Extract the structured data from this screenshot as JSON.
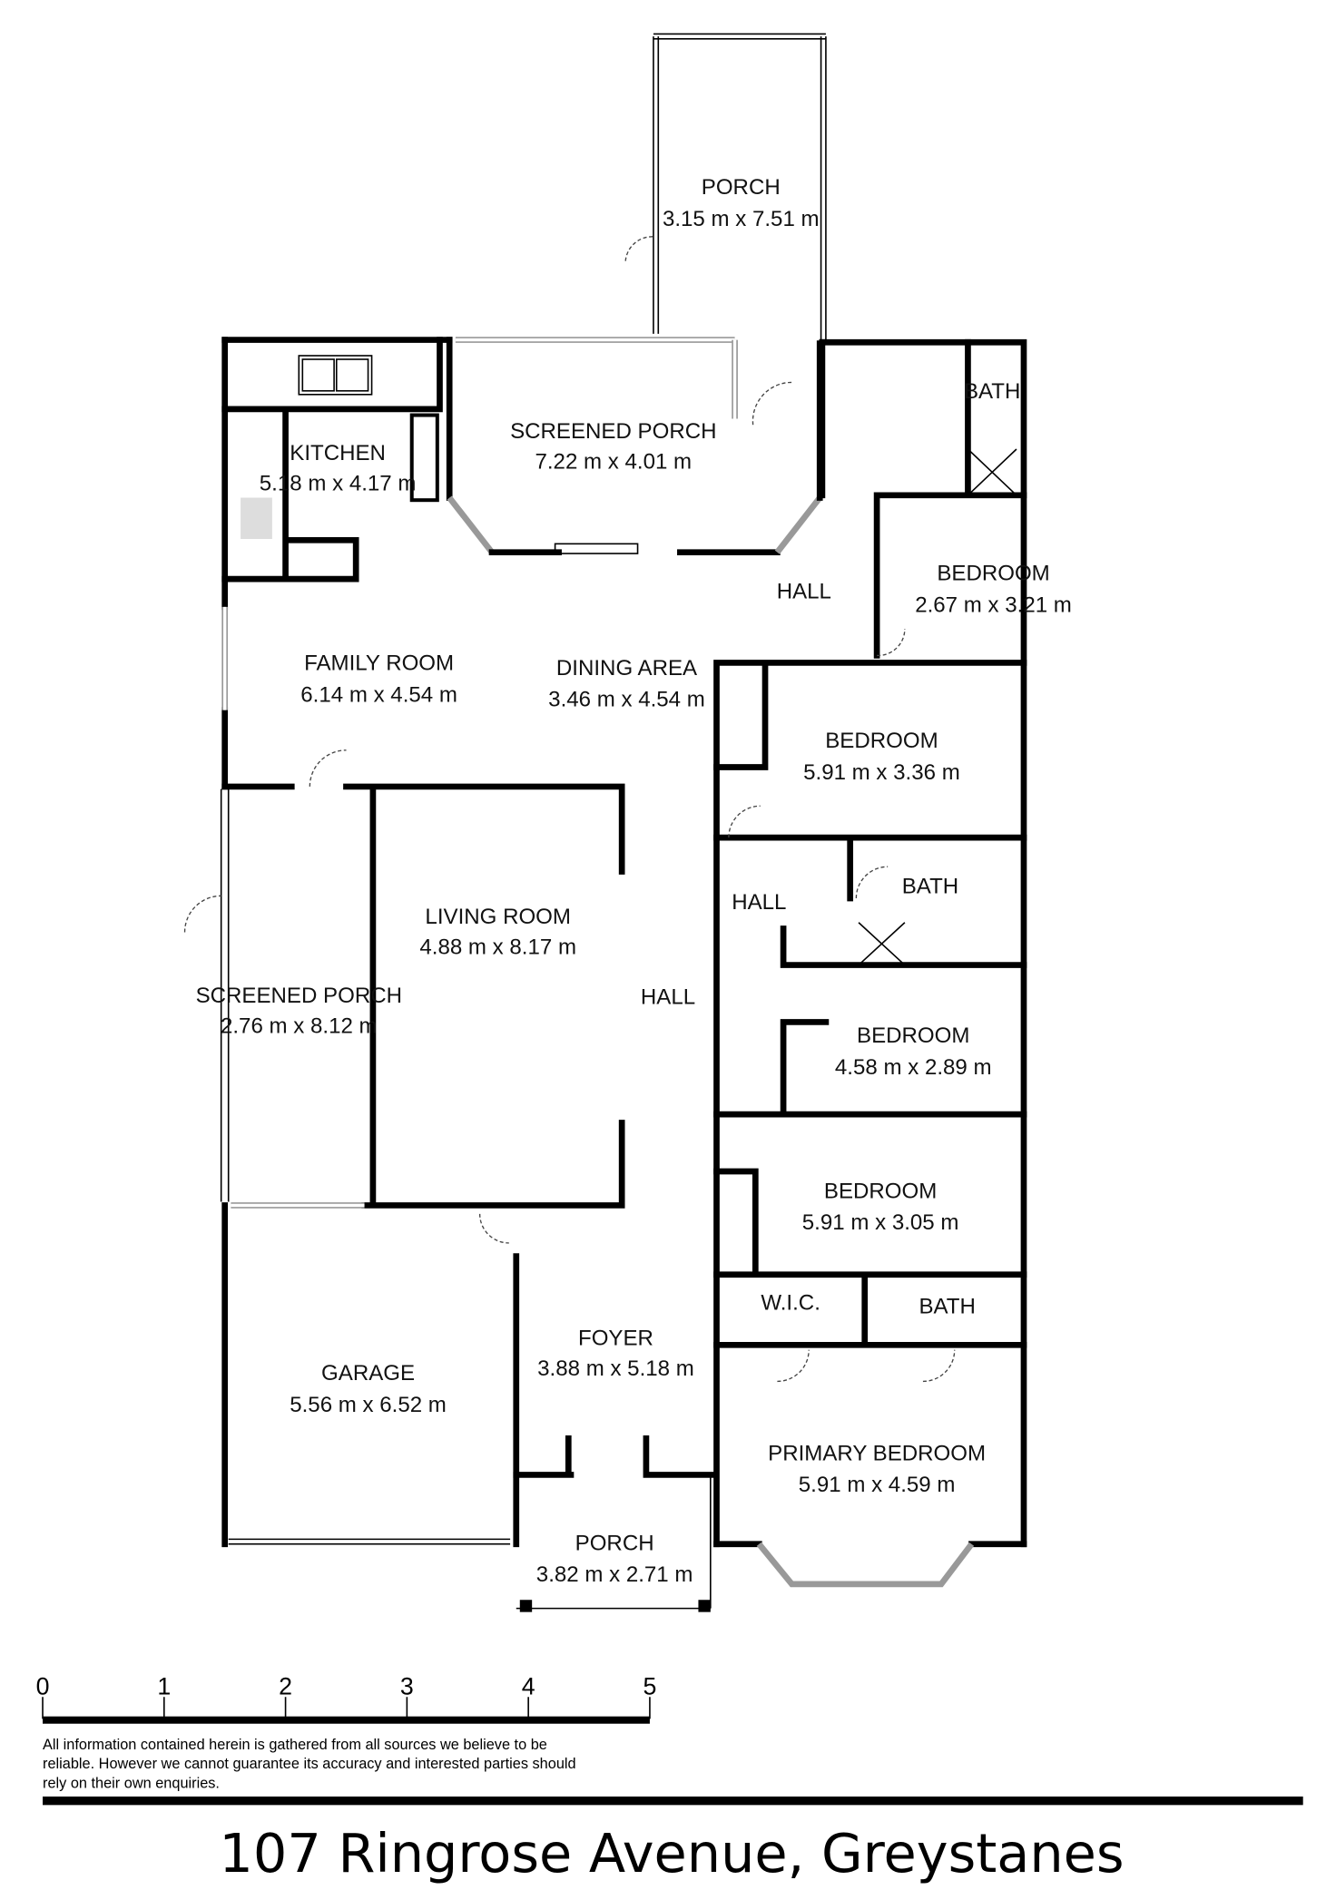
{
  "rooms": [
    {
      "name": "PORCH",
      "size": "3.15 m x 7.51 m"
    },
    {
      "name": "SCREENED PORCH",
      "size": "7.22 m x 4.01 m"
    },
    {
      "name": "KITCHEN",
      "size": "5.18 m x 4.17 m"
    },
    {
      "name": "BATH"
    },
    {
      "name": "BEDROOM",
      "size": "2.67 m x 3.21 m"
    },
    {
      "name": "HALL"
    },
    {
      "name": "FAMILY ROOM",
      "size": "6.14 m x 4.54 m"
    },
    {
      "name": "DINING AREA",
      "size": "3.46 m x 4.54 m"
    },
    {
      "name": "BEDROOM",
      "size": "5.91 m x 3.36 m"
    },
    {
      "name": "BATH"
    },
    {
      "name": "HALL"
    },
    {
      "name": "LIVING ROOM",
      "size": "4.88 m x 8.17 m"
    },
    {
      "name": "SCREENED PORCH",
      "size": "2.76 m x 8.12 m"
    },
    {
      "name": "HALL"
    },
    {
      "name": "BEDROOM",
      "size": "4.58 m x 2.89 m"
    },
    {
      "name": "BEDROOM",
      "size": "5.91 m x 3.05 m"
    },
    {
      "name": "W.I.C."
    },
    {
      "name": "BATH"
    },
    {
      "name": "FOYER",
      "size": "3.88 m x 5.18 m"
    },
    {
      "name": "GARAGE",
      "size": "5.56 m x 6.52 m"
    },
    {
      "name": "PRIMARY BEDROOM",
      "size": "5.91 m x 4.59 m"
    },
    {
      "name": "PORCH",
      "size": "3.82 m x 2.71 m"
    }
  ],
  "scale_bar": {
    "ticks": [
      "0",
      "1",
      "2",
      "3",
      "4",
      "5"
    ]
  },
  "disclaimer": [
    "All information contained herein is gathered from all sources we believe to be",
    "reliable. However we cannot guarantee its accuracy and interested parties should",
    "rely on their own enquiries."
  ],
  "address": "107 Ringrose Avenue, Greystanes"
}
